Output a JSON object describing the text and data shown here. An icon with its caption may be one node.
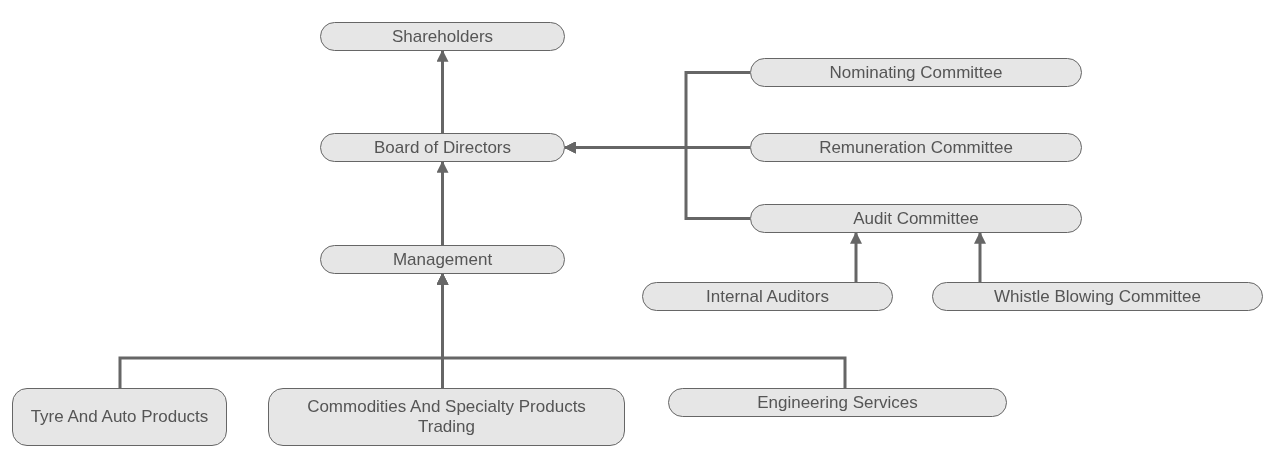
{
  "diagram": {
    "nodes": [
      {
        "text": [
          "Shareholders"
        ]
      },
      {
        "text": [
          "Board of Directors"
        ]
      },
      {
        "text": [
          "Management"
        ]
      },
      {
        "text": [
          "Nominating Committee"
        ]
      },
      {
        "text": [
          "Remuneration Committee"
        ]
      },
      {
        "text": [
          "Audit Committee"
        ]
      },
      {
        "text": [
          "Internal Auditors"
        ]
      },
      {
        "text": [
          "Whistle Blowing Committee"
        ]
      },
      {
        "text": [
          "Tyre And Auto Products"
        ]
      },
      {
        "text": [
          "Commodities And Specialty Products Trading"
        ]
      },
      {
        "text": [
          "Engineering Services"
        ]
      }
    ],
    "edges": [
      {
        "from": 1,
        "to": 0,
        "arrow": "to"
      },
      {
        "from": 2,
        "to": 1,
        "arrow": "to"
      },
      {
        "from": 3,
        "to": 1,
        "arrow": "to"
      },
      {
        "from": 4,
        "to": 1,
        "arrow": "to"
      },
      {
        "from": 5,
        "to": 1,
        "arrow": "to"
      },
      {
        "from": 6,
        "to": 5,
        "arrow": "to"
      },
      {
        "from": 7,
        "to": 5,
        "arrow": "to"
      },
      {
        "from": 8,
        "to": 2,
        "arrow": "to"
      },
      {
        "from": 9,
        "to": 2,
        "arrow": "to"
      },
      {
        "from": 10,
        "to": 2,
        "arrow": "to"
      }
    ]
  }
}
